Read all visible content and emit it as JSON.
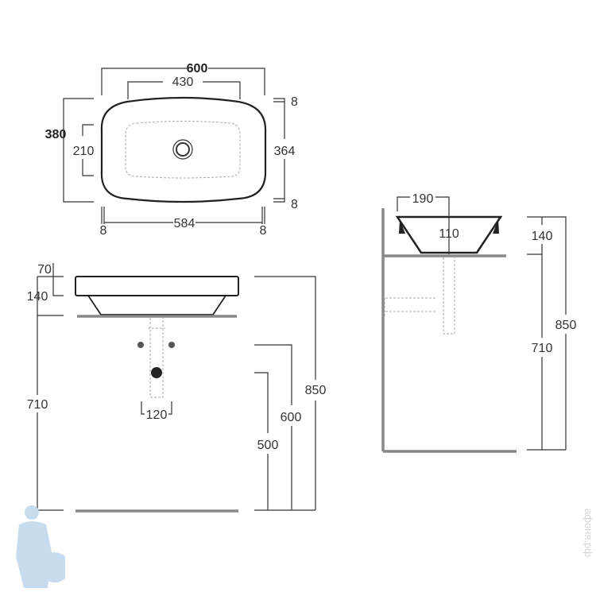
{
  "top_view": {
    "width_overall": "600",
    "width_bowl": "430",
    "depth_overall": "380",
    "depth_bowl": "210",
    "depth_inner": "364",
    "rim_top": "8",
    "rim_bottom": "8",
    "width_inner": "584",
    "rim_left": "8",
    "rim_right": "8"
  },
  "front_view": {
    "rim_height": "70",
    "basin_height": "140",
    "counter_height": "710",
    "tap_spacing": "120",
    "drain_height": "500",
    "supply_height": "600",
    "total_height": "850"
  },
  "side_view": {
    "half_width": "190",
    "drain_depth": "110",
    "basin_height": "140",
    "counter_height": "710",
    "total_height": "850"
  },
  "watermark": "афоня.рф",
  "colors": {
    "line": "#333333",
    "floor": "#888888",
    "watermark": "#c8dcef"
  }
}
